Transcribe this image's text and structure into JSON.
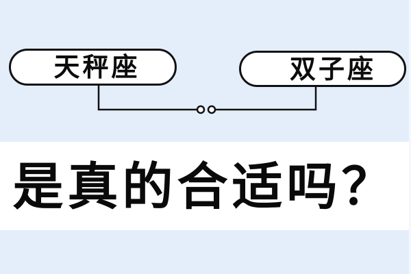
{
  "colors": {
    "background": "#e4eefa",
    "band": "#ffffff",
    "ink": "#111111"
  },
  "pills": [
    {
      "label": "天秤座"
    },
    {
      "label": "双子座"
    }
  ],
  "connector": {
    "link_icon": "double-ring-link-icon"
  },
  "headline": {
    "text": "是真的合适吗？"
  }
}
